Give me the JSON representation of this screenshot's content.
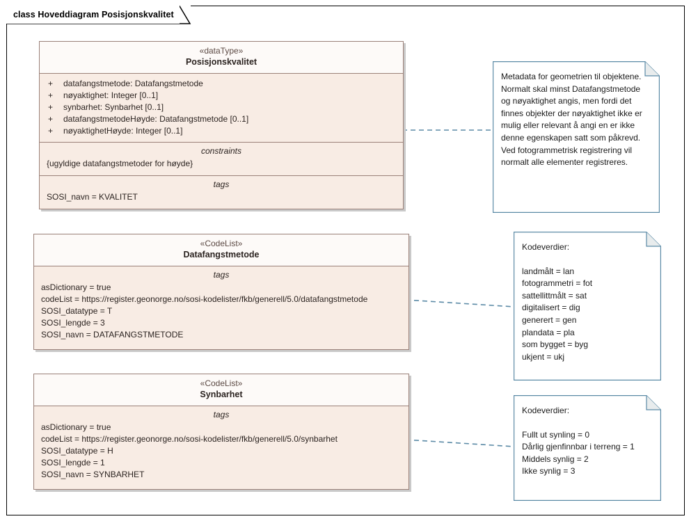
{
  "frame": {
    "title": "class Hoveddiagram Posisjonskvalitet"
  },
  "colors": {
    "class_border": "#9a8078",
    "class_header_fill": "#fdfaf8",
    "class_body_fill": "#f8ece4",
    "note_border": "#5b8aa6",
    "note_fill": "#ffffff",
    "connector": "#5b8aa6",
    "frame_border": "#000000",
    "shadow": "#c9c9c9"
  },
  "classes": [
    {
      "id": "posisjonskvalitet",
      "stereotype": "«dataType»",
      "name": "Posisjonskvalitet",
      "attributes": [
        {
          "visibility": "+",
          "text": "datafangstmetode: Datafangstmetode"
        },
        {
          "visibility": "+",
          "text": "nøyaktighet: Integer [0..1]"
        },
        {
          "visibility": "+",
          "text": "synbarhet: Synbarhet [0..1]"
        },
        {
          "visibility": "+",
          "text": "datafangstmetodeHøyde: Datafangstmetode [0..1]"
        },
        {
          "visibility": "+",
          "text": "nøyaktighetHøyde: Integer [0..1]"
        }
      ],
      "compartments": [
        {
          "title": "constraints",
          "lines": [
            "{ugyldige datafangstmetoder for høyde}"
          ]
        },
        {
          "title": "tags",
          "lines": [
            "SOSI_navn = KVALITET"
          ]
        }
      ]
    },
    {
      "id": "datafangstmetode",
      "stereotype": "«CodeList»",
      "name": "Datafangstmetode",
      "attributes": [],
      "compartments": [
        {
          "title": "tags",
          "lines": [
            "asDictionary = true",
            "codeList = https://register.geonorge.no/sosi-kodelister/fkb/generell/5.0/datafangstmetode",
            "SOSI_datatype = T",
            "SOSI_lengde = 3",
            "SOSI_navn = DATAFANGSTMETODE"
          ]
        }
      ]
    },
    {
      "id": "synbarhet",
      "stereotype": "«CodeList»",
      "name": "Synbarhet",
      "attributes": [],
      "compartments": [
        {
          "title": "tags",
          "lines": [
            "asDictionary = true",
            "codeList = https://register.geonorge.no/sosi-kodelister/fkb/generell/5.0/synbarhet",
            "SOSI_datatype = H",
            "SOSI_lengde = 1",
            "SOSI_navn = SYNBARHET"
          ]
        }
      ]
    }
  ],
  "notes": [
    {
      "id": "note-posisjonskvalitet",
      "paragraph": "Metadata for geometrien til objektene. Normalt skal minst Datafangstmetode og nøyaktighet angis, men fordi det finnes objekter der nøyaktighet ikke er mulig eller relevant å angi en er ikke denne egenskapen satt som påkrevd. Ved fotogrammetrisk registrering vil normalt alle elementer registreres."
    },
    {
      "id": "note-datafangstmetode",
      "heading": "Kodeverdier:",
      "lines": [
        "landmålt = lan",
        "fotogrammetri = fot",
        "sattellittmålt = sat",
        "digitalisert = dig",
        "generert = gen",
        "plandata = pla",
        "som bygget = byg",
        "ukjent = ukj"
      ]
    },
    {
      "id": "note-synbarhet",
      "heading": "Kodeverdier:",
      "lines": [
        "Fullt ut synling = 0",
        "Dårlig gjenfinnbar i terreng = 1",
        "Middels synlig = 2",
        "Ikke synlig = 3"
      ]
    }
  ]
}
